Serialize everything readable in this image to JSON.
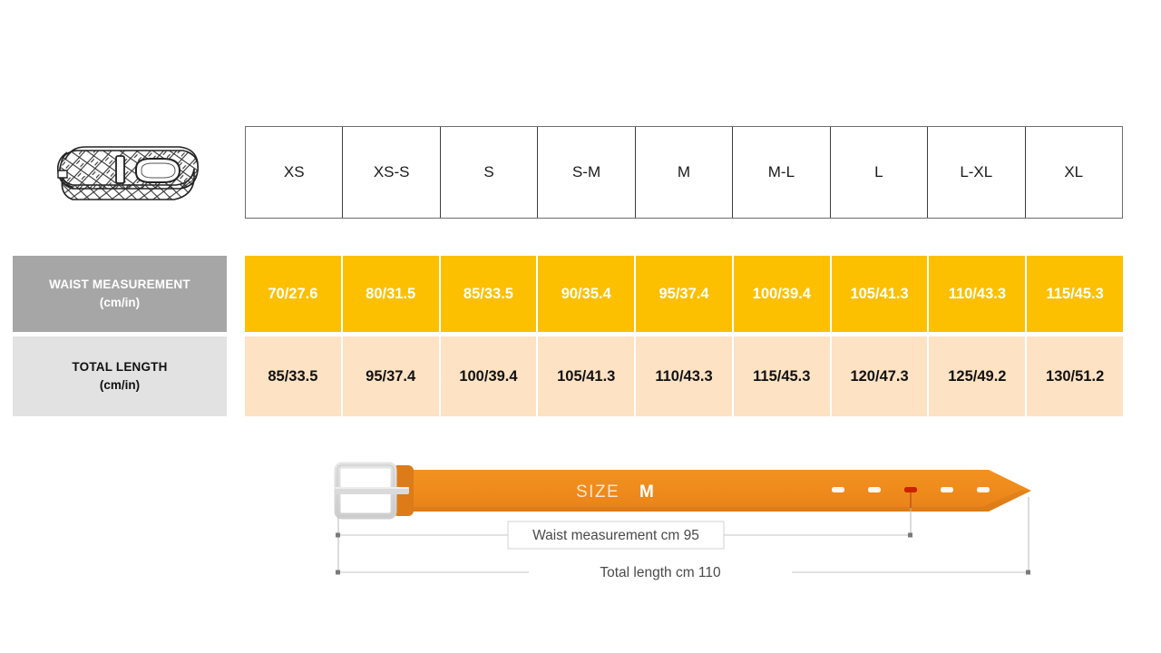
{
  "chart_data": {
    "type": "table",
    "title": "Belt size chart",
    "categories": [
      "XS",
      "XS-S",
      "S",
      "S-M",
      "M",
      "M-L",
      "L",
      "L-XL",
      "XL"
    ],
    "series": [
      {
        "name": "WAIST MEASUREMENT (cm/in)",
        "values": [
          "70/27.6",
          "80/31.5",
          "85/33.5",
          "90/35.4",
          "95/37.4",
          "100/39.4",
          "105/41.3",
          "110/43.3",
          "115/45.3"
        ],
        "values_cm": [
          70,
          80,
          85,
          90,
          95,
          100,
          105,
          110,
          115
        ],
        "values_in": [
          27.6,
          31.5,
          33.5,
          35.4,
          37.4,
          39.4,
          41.3,
          43.3,
          45.3
        ]
      },
      {
        "name": "TOTAL LENGTH (cm/in)",
        "values": [
          "85/33.5",
          "95/37.4",
          "100/39.4",
          "105/41.3",
          "110/43.3",
          "115/45.3",
          "120/47.3",
          "125/49.2",
          "130/51.2"
        ],
        "values_cm": [
          85,
          95,
          100,
          105,
          110,
          115,
          120,
          125,
          130
        ],
        "values_in": [
          33.5,
          37.4,
          39.4,
          41.3,
          43.3,
          45.3,
          47.3,
          49.2,
          51.2
        ]
      }
    ],
    "xlabel": "",
    "ylabel": "",
    "grid": true,
    "legend": "none",
    "annotations": [
      "SIZE M",
      "Waist measurement cm 95",
      "Total length cm 110"
    ]
  },
  "table": {
    "headers": [
      "XS",
      "XS-S",
      "S",
      "S-M",
      "M",
      "M-L",
      "L",
      "L-XL",
      "XL"
    ],
    "rows": [
      {
        "label_line1": "WAIST MEASUREMENT",
        "label_line2": "(cm/in)",
        "cells": [
          "70/27.6",
          "80/31.5",
          "85/33.5",
          "90/35.4",
          "95/37.4",
          "100/39.4",
          "105/41.3",
          "110/43.3",
          "115/45.3"
        ]
      },
      {
        "label_line1": "TOTAL LENGTH",
        "label_line2": "(cm/in)",
        "cells": [
          "85/33.5",
          "95/37.4",
          "100/39.4",
          "105/41.3",
          "110/43.3",
          "115/45.3",
          "120/47.3",
          "125/49.2",
          "130/51.2"
        ]
      }
    ]
  },
  "product_thumb": {
    "icon": "coiled-braided-belt-icon"
  },
  "belt_diagram": {
    "size_label": "SIZE",
    "size_value": "M",
    "waist_dimension": "Waist measurement cm 95",
    "total_dimension": "Total length cm 110",
    "holes_count": 5,
    "active_hole_index": 2
  },
  "colors": {
    "waist_row_bg": "#fcc000",
    "waist_row_text": "#ffffff",
    "length_row_bg": "#fde2c4",
    "length_row_text": "#111111",
    "waist_label_bg": "#a6a6a6",
    "length_label_bg": "#e2e2e2",
    "belt_orange": "#ef8c1c",
    "belt_keeper": "#e8821a",
    "buckle_gray": "#d6d6d6",
    "active_hole_red": "#cc2200",
    "header_border": "#3d3d3d"
  }
}
